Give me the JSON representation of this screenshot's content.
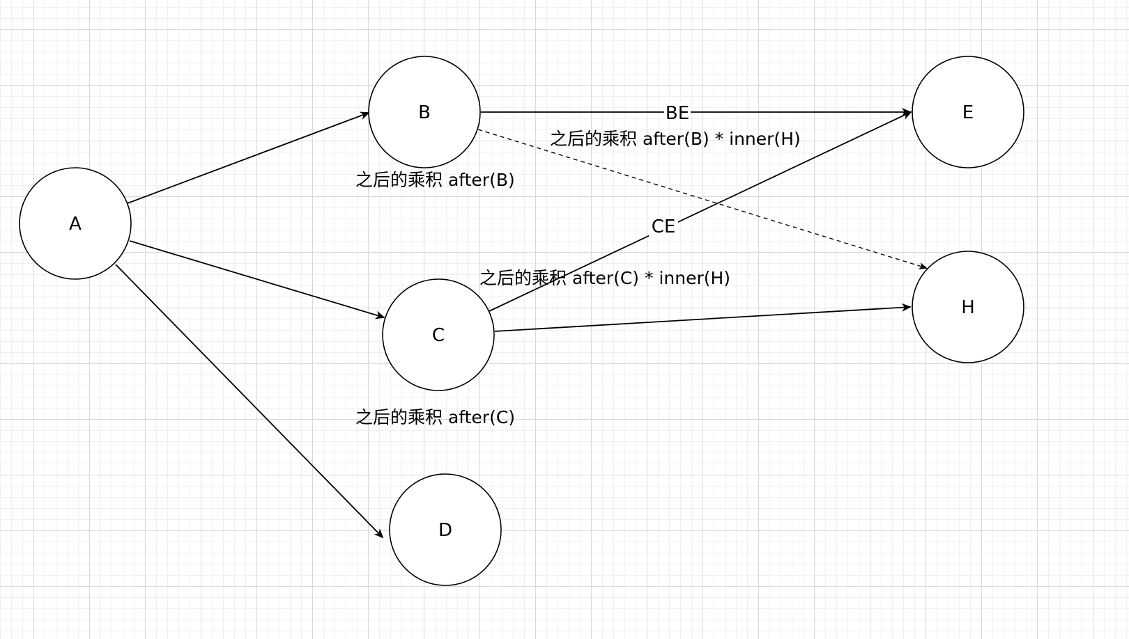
{
  "nodes": {
    "A": "A",
    "B": "B",
    "C": "C",
    "D": "D",
    "E": "E",
    "H": "H"
  },
  "edge_labels": {
    "BE": "BE",
    "CE": "CE"
  },
  "notes": {
    "after_b": "之后的乘积 after(B)",
    "after_c": "之后的乘积 after(C)",
    "after_b_inner_h": "之后的乘积 after(B) * inner(H)",
    "after_c_inner_h": "之后的乘积 after(C) * inner(H)"
  },
  "colors": {
    "stroke": "#000000",
    "grid_major": "#d9d9d9",
    "grid_minor": "#f0f0f0",
    "background": "#ffffff"
  }
}
